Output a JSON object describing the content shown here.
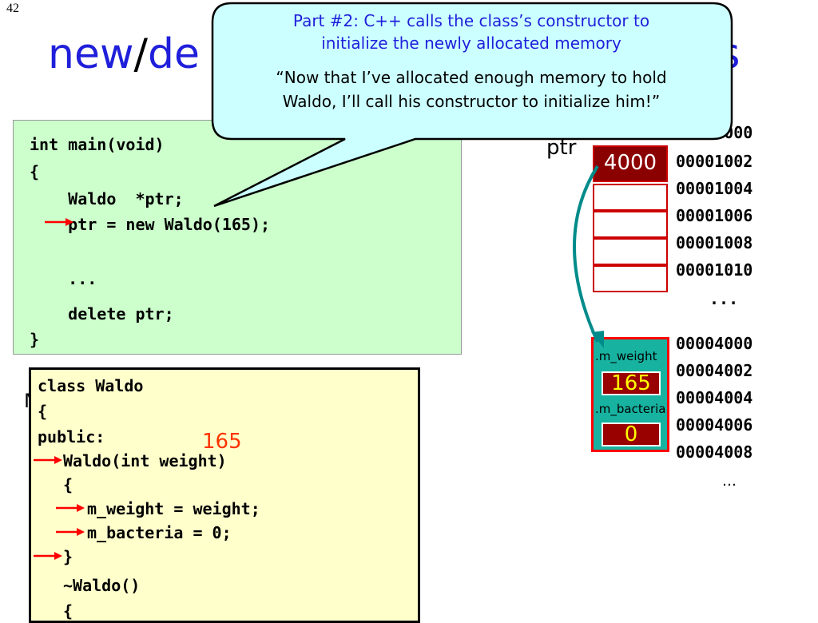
{
  "slide_number": "42",
  "title": {
    "word1": "new",
    "slash": "/",
    "word2_visible": "de",
    "tail_visible": "rs"
  },
  "callout": {
    "heading_line1": "Part #2: C++ calls the class’s constructor to",
    "heading_line2": "initialize the newly allocated memory",
    "quote_line1": "“Now that I’ve allocated enough memory to hold",
    "quote_line2": "Waldo, I’ll call his constructor to initialize him!”"
  },
  "main_code": [
    "int main(void)",
    "{",
    "    Waldo  *ptr;",
    "    ptr = new Waldo(165);",
    "",
    "    ...",
    "",
    "    delete ptr;",
    "}"
  ],
  "class_code": [
    "class Waldo",
    "{",
    "public:",
    "Waldo(int weight)",
    "{",
    "m_weight = weight;",
    "m_bacteria = 0;",
    "}",
    "~Waldo()",
    "{"
  ],
  "param_value_label": "165",
  "stray_letter": "M",
  "memory": {
    "ptr_label": "ptr",
    "ptr_value": "4000",
    "addresses_top": [
      "00001000",
      "00001002",
      "00001004",
      "00001006",
      "00001008",
      "00001010"
    ],
    "ellipsis_top": "...",
    "addresses_bottom": [
      "00004000",
      "00004002",
      "00004004",
      "00004006",
      "00004008"
    ],
    "ellipsis_bottom": "…",
    "fields": [
      {
        "name": ".m_weight",
        "value": "165"
      },
      {
        "name": ".m_bacteria",
        "value": "0"
      }
    ]
  },
  "colors": {
    "title_blue": "#1f1fdb",
    "callout_fill": "#ccffff",
    "main_box_fill": "#ccffcc",
    "class_box_fill": "#ffffcc",
    "arrow_red": "#ff0000",
    "pointer_arrow": "#008b8b",
    "object_fill": "#17b3a0"
  }
}
